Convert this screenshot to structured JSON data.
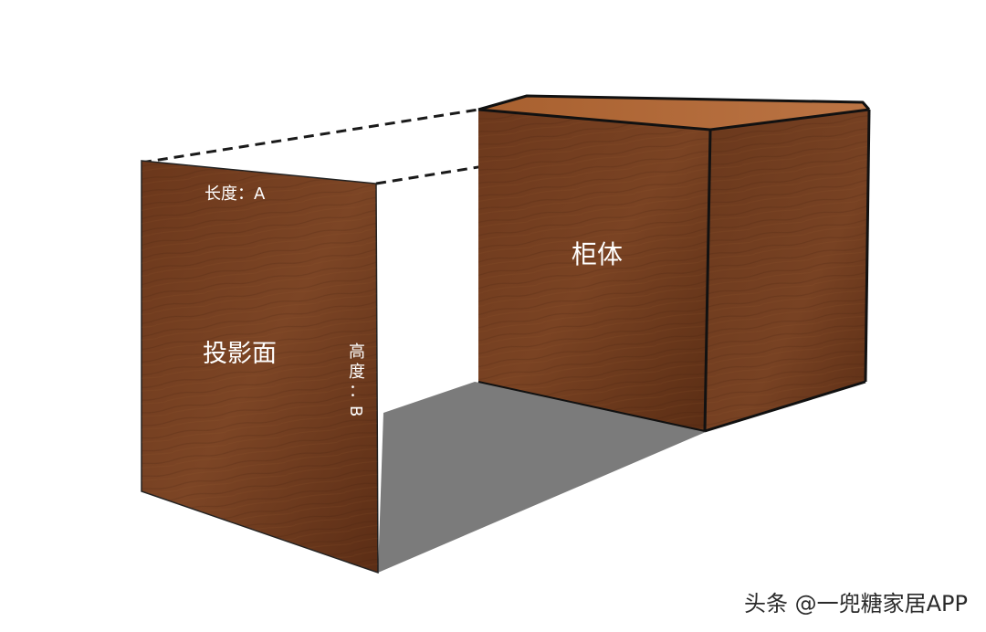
{
  "labels": {
    "length": "长度：A",
    "height_chars": [
      "高",
      "度",
      "：",
      "B"
    ],
    "projection_face": "投影面",
    "cabinet": "柜体"
  },
  "watermark": "头条 @一兜糖家居APP",
  "colors": {
    "wood_dark": "#4a2612",
    "wood_mid": "#6e3a1e",
    "wood_light": "#8a4e2c",
    "top_face": "#b06a3a",
    "shadow": "#7a7a7a",
    "edge": "#111111"
  }
}
